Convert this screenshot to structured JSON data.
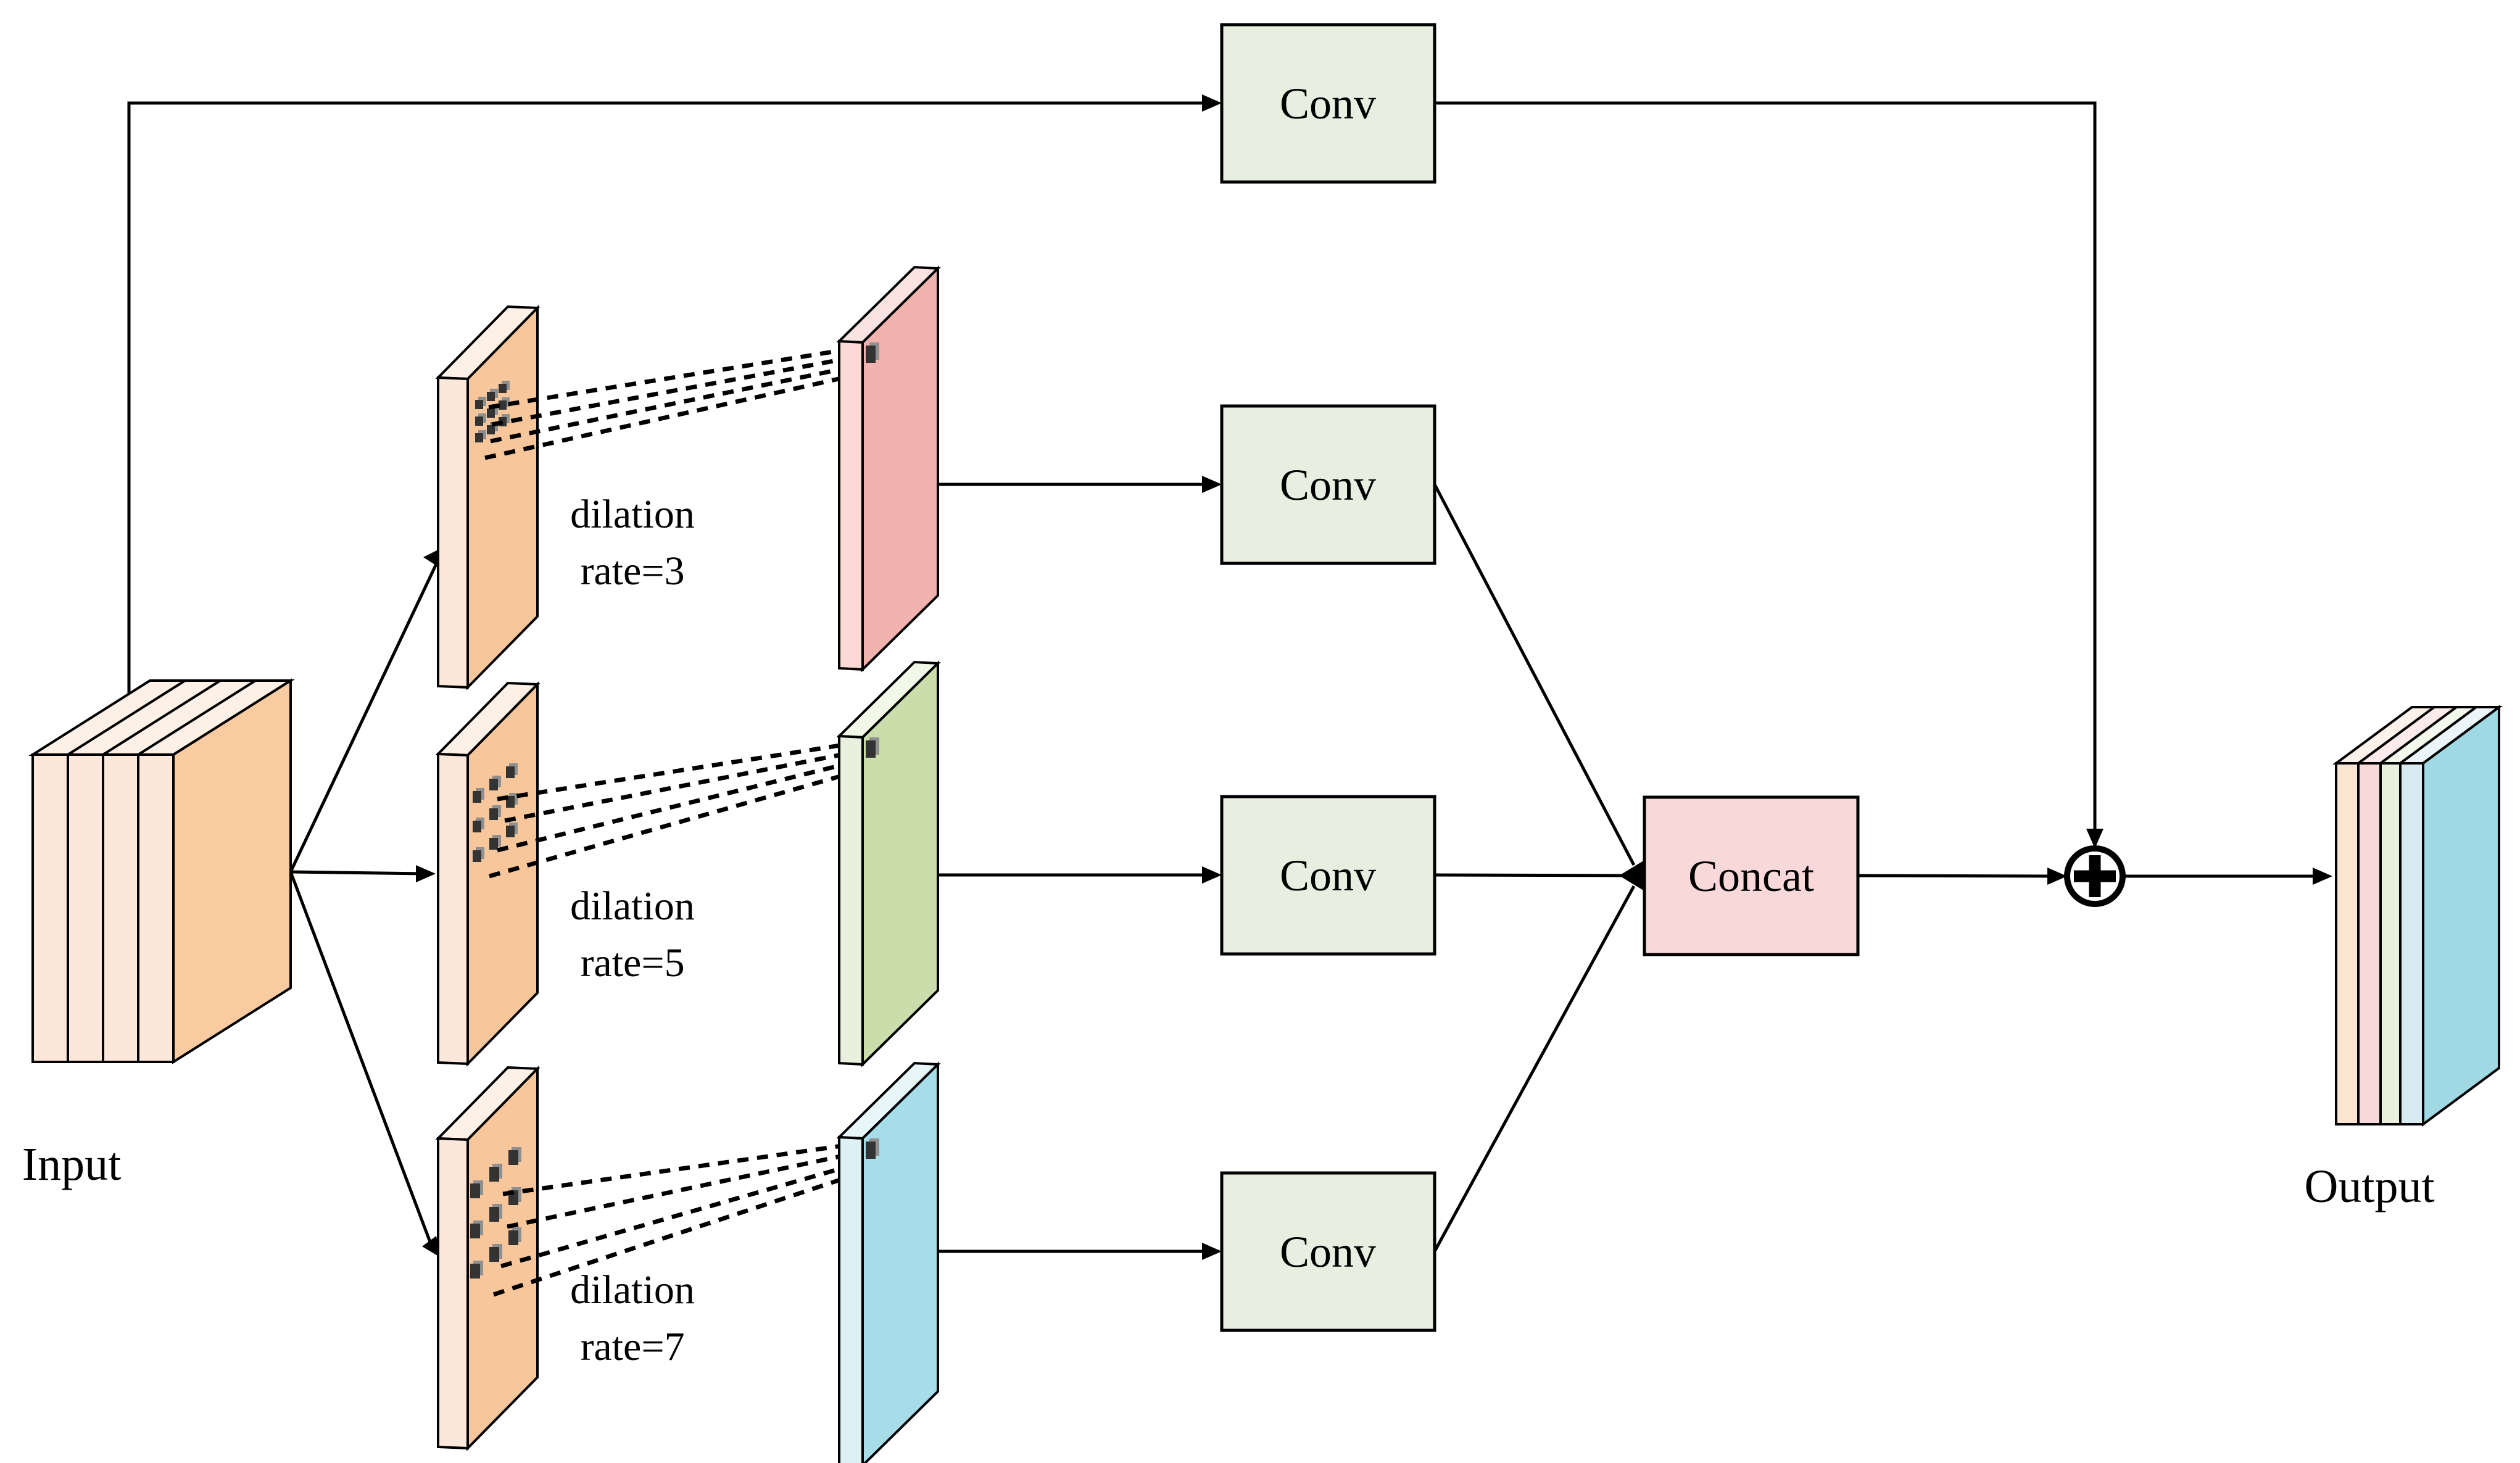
{
  "figure": {
    "type": "neural-network-module-diagram",
    "description": "Multi-branch dilated convolution block with residual connection"
  },
  "labels": {
    "input": "Input",
    "output": "Output",
    "conv": "Conv",
    "concat": "Concat",
    "plus_symbol": "+"
  },
  "branches": [
    {
      "dilation_line1": "dilation",
      "dilation_line2": "rate=3"
    },
    {
      "dilation_line1": "dilation",
      "dilation_line2": "rate=5"
    },
    {
      "dilation_line1": "dilation",
      "dilation_line2": "rate=7"
    }
  ],
  "colors": {
    "input_face": "#F9CBA1",
    "input_strip": "#FCE8DA",
    "input_sliver": "#FDF1E7",
    "orange_slab_face": "#F8C69B",
    "orange_slab_strip": "#FCE8DA",
    "red_slab_face": "#F2B3AE",
    "red_slab_strip": "#FAD9D6",
    "green_slab_face": "#CBDDAA",
    "green_slab_strip": "#E9F1DE",
    "blue_slab_face": "#A6DDE9",
    "blue_slab_strip": "#DCF0F5",
    "conv_box_fill": "#E8EFE0",
    "concat_box_fill": "#F8D8D8",
    "line": "#000000",
    "kernel_dot": "#333333",
    "kernel_dot_shadow": "#8F8F8F"
  }
}
